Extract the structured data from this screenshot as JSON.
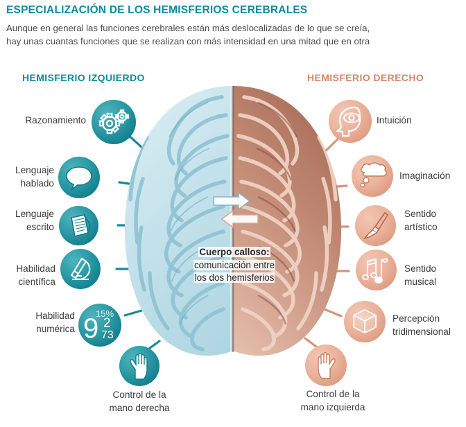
{
  "header": {
    "title": "ESPECIALIZACIÓN DE LOS HEMISFERIOS CEREBRALES",
    "subtitle_line1": "Aunque en general las funciones cerebrales están más deslocalizadas de lo que se creía,",
    "subtitle_line2": "hay unas cuantas funciones que se realizan con más intensidad en una mitad que en otra"
  },
  "hemispheres": {
    "left_heading": "HEMISFERIO IZQUIERDO",
    "right_heading": "HEMISFERIO DERECHO"
  },
  "center_caption": {
    "bold_line": "Cuerpo calloso:",
    "line2": "comunicación entre",
    "line3": "los dos hemisferios"
  },
  "left_items": [
    {
      "label_line1": "Razonamiento",
      "label_line2": "",
      "icon": "gears-icon"
    },
    {
      "label_line1": "Lenguaje",
      "label_line2": "hablado",
      "icon": "speech-bubble-icon"
    },
    {
      "label_line1": "Lenguaje",
      "label_line2": "escrito",
      "icon": "written-document-icon"
    },
    {
      "label_line1": "Habilidad",
      "label_line2": "científica",
      "icon": "microscope-icon"
    },
    {
      "label_line1": "Habilidad",
      "label_line2": "numérica",
      "icon": "numbers-icon"
    },
    {
      "label_line1": "Control de la",
      "label_line2": "mano derecha",
      "icon": "right-hand-icon"
    }
  ],
  "right_items": [
    {
      "label_line1": "Intuición",
      "label_line2": "",
      "icon": "head-eye-icon"
    },
    {
      "label_line1": "Imaginación",
      "label_line2": "",
      "icon": "thought-cloud-icon"
    },
    {
      "label_line1": "Sentido",
      "label_line2": "artístico",
      "icon": "paintbrush-icon"
    },
    {
      "label_line1": "Sentido",
      "label_line2": "musical",
      "icon": "music-notes-icon"
    },
    {
      "label_line1": "Percepción",
      "label_line2": "tridimensional",
      "icon": "cube-icon"
    },
    {
      "label_line1": "Control de la",
      "label_line2": "mano izquierda",
      "icon": "left-hand-icon"
    }
  ],
  "numbers_icon_digits": {
    "big": "9",
    "percent": "15%",
    "mid": "2",
    "small": "73"
  },
  "colors": {
    "teal": "#0c8c9e",
    "salmon": "#d4876c",
    "text": "#3b3b3b",
    "brain_left": "#c2dfe8",
    "brain_right": "#d9a896",
    "background": "#ffffff"
  }
}
